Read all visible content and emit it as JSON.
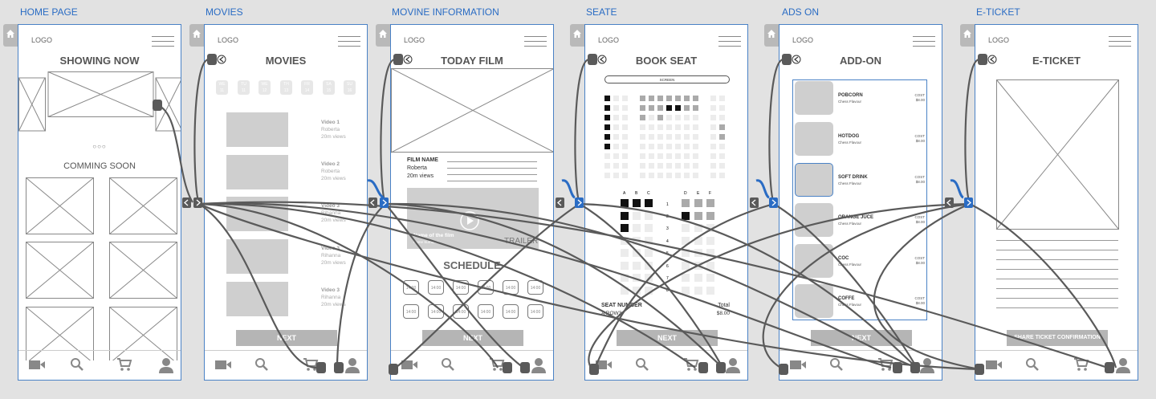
{
  "labels": [
    "HOME PAGE",
    "MOVIES",
    "MOVINE INFORMATION",
    "SEATE",
    "ADS ON",
    "E-TICKET"
  ],
  "common": {
    "logo": "LOGO",
    "next": "NEXT"
  },
  "home": {
    "title": "SHOWING NOW",
    "dots": "○○○",
    "coming": "COMMING SOON"
  },
  "movies": {
    "title": "MOVIES",
    "dates": [
      {
        "d": "WE",
        "n": "11"
      },
      {
        "d": "TU",
        "n": "11"
      },
      {
        "d": "WE",
        "n": "12"
      },
      {
        "d": "TH",
        "n": "13"
      },
      {
        "d": "FR",
        "n": "14"
      },
      {
        "d": "SA",
        "n": "15"
      },
      {
        "d": "SU",
        "n": "16"
      }
    ],
    "videos": [
      {
        "name": "Video 1",
        "author": "Roberta",
        "views": "20m views"
      },
      {
        "name": "Video 2",
        "author": "Roberta",
        "views": "20m views"
      },
      {
        "name": "Video 3",
        "author": "Rihanna",
        "views": "20m views"
      },
      {
        "name": "Video 3",
        "author": "Rihanna",
        "views": "20m views"
      },
      {
        "name": "Video 3",
        "author": "Rihanna",
        "views": "20m views"
      }
    ]
  },
  "info": {
    "title": "TODAY FILM",
    "film_name_label": "FILM NAME",
    "author": "Roberta",
    "views": "20m views",
    "trailer_name": "Name of the film",
    "trailer_sub": "Name Surname",
    "trailer_label": "TRAILER",
    "schedule_title": "SCHEDULE",
    "times": [
      "14:00",
      "14:00",
      "14:00",
      "14:00",
      "14:00",
      "14:00",
      "14:00",
      "14:00",
      "14:00",
      "14:00",
      "14:00",
      "14:00"
    ]
  },
  "seat": {
    "title": "BOOK SEAT",
    "screen": "SCREEN",
    "cols_left": [
      "A",
      "B",
      "C"
    ],
    "cols_right": [
      "D",
      "E",
      "F"
    ],
    "rows": [
      "1",
      "2",
      "3",
      "4",
      "5",
      "6",
      "7",
      "8"
    ],
    "seat_number_label": "SEAT NUMBER",
    "seat_number_value": "A ROW3",
    "total_label": "Total",
    "total_value": "$8.00"
  },
  "addon": {
    "title": "ADD-ON",
    "items": [
      {
        "name": "POBCORN",
        "sub": "Chess Flavour",
        "cost": "COST",
        "price": "$8.00"
      },
      {
        "name": "HOTDOG",
        "sub": "Chess Flavour",
        "cost": "COST",
        "price": "$8.00"
      },
      {
        "name": "SOFT DRINK",
        "sub": "Chess Flavour",
        "cost": "COST",
        "price": "$8.00"
      },
      {
        "name": "ORANGE JUCE",
        "sub": "Chess Flavour",
        "cost": "COST",
        "price": "$8.00"
      },
      {
        "name": "COC",
        "sub": "Chess Flavour",
        "cost": "COST",
        "price": "$8.00"
      },
      {
        "name": "COFFE",
        "sub": "Chess Flavour",
        "cost": "COST",
        "price": "$8.00"
      }
    ]
  },
  "ticket": {
    "title": "E-TICKET",
    "confirm": "SHARE TICKET CONFIRMATION"
  },
  "colors": {
    "accent": "#2a6cc4",
    "frame_border": "#4a82c6",
    "connector": "#5a5a5a",
    "background": "#e2e2e2"
  },
  "icons": [
    "home-icon",
    "video-icon",
    "search-icon",
    "cart-icon",
    "user-icon",
    "hamburger-icon",
    "back-arrow-icon",
    "forward-arrow-icon",
    "play-icon"
  ]
}
